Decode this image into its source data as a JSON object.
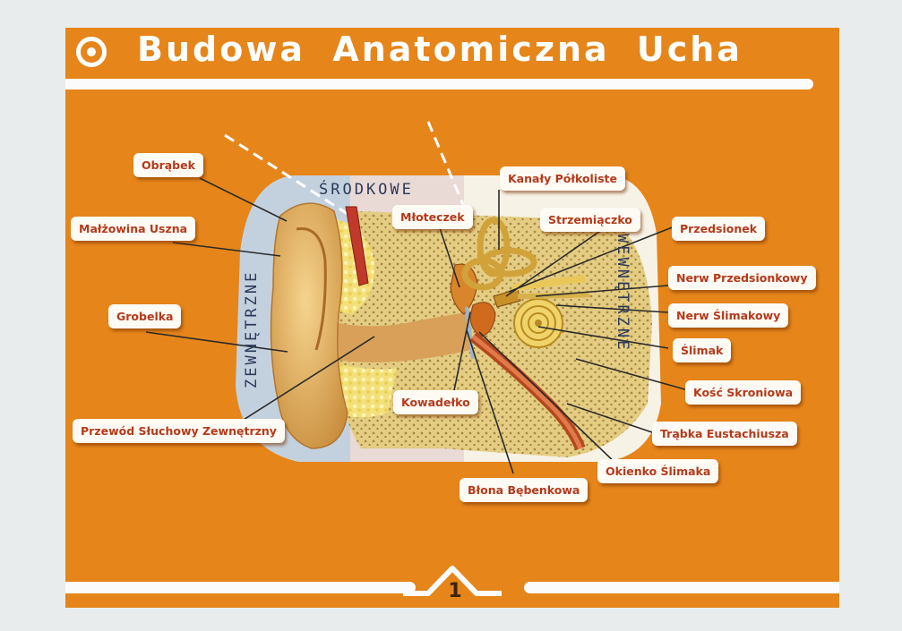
{
  "title": "Budowa Anatomiczna Ucha",
  "page_number": "1",
  "regions": {
    "outer": "ZEWNĘTRZNE",
    "middle": "ŚRODKOWE",
    "inner": "WEWNĘTRZNE"
  },
  "labels": {
    "obrabek": "Obrąbek",
    "malzowina": "Małżowina Uszna",
    "grobelka": "Grobelka",
    "przewod": "Przewód Słuchowy Zewnętrzny",
    "mloteczek": "Młoteczek",
    "kowadelko": "Kowadełko",
    "blona": "Błona Bębenkowa",
    "kanaly": "Kanały Półkoliste",
    "strzemiaczko": "Strzemiączko",
    "przedsionek": "Przedsionek",
    "nerw_przedsionkowy": "Nerw Przedsionkowy",
    "nerw_slimakowy": "Nerw Ślimakowy",
    "slimak": "Ślimak",
    "kosc_skroniowa": "Kość Skroniowa",
    "trabka": "Trąbka Eustachiusza",
    "okienko": "Okienko Ślimaka"
  },
  "colors": {
    "background": "#e9ecec",
    "panel": "#e5851a",
    "label_text": "#b5391a",
    "skin": "#e8b866",
    "bone": "#e6cf86"
  }
}
